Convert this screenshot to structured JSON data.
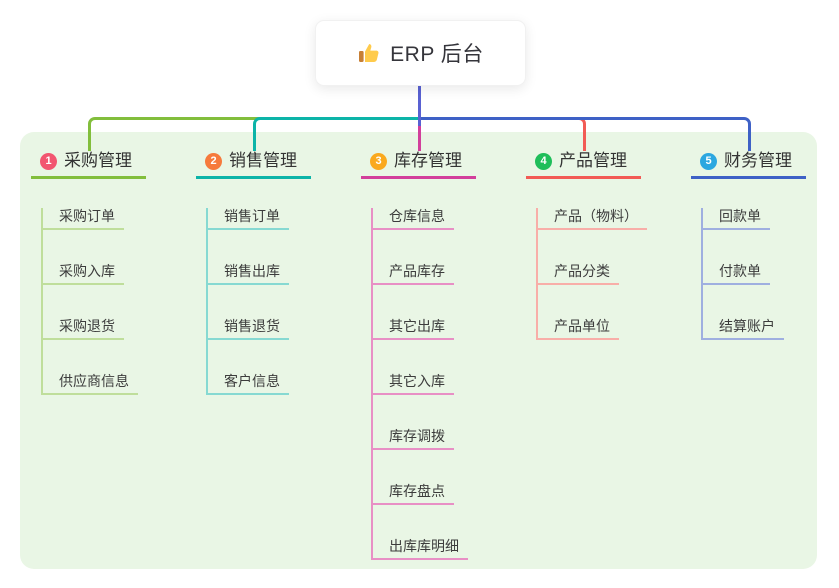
{
  "root": {
    "title": "ERP 后台",
    "icon": "thumbs-up-icon"
  },
  "colors": {
    "panel_bg": "#E9F6E5",
    "root_line": "#5961D2",
    "node_text": "#35353B",
    "child_text": "#3C3C3C"
  },
  "branches": [
    {
      "num": "1",
      "label": "采购管理",
      "badge_color": "#F25670",
      "line_color": "#82BE3C",
      "light_color": "#BFDE9B",
      "children": [
        "采购订单",
        "采购入库",
        "采购退货",
        "供应商信息"
      ]
    },
    {
      "num": "2",
      "label": "销售管理",
      "badge_color": "#F67A3C",
      "line_color": "#0CB4A8",
      "light_color": "#86D9D2",
      "children": [
        "销售订单",
        "销售出库",
        "销售退货",
        "客户信息"
      ]
    },
    {
      "num": "3",
      "label": "库存管理",
      "badge_color": "#FAA91E",
      "line_color": "#D23F9B",
      "light_color": "#E88FC5",
      "children": [
        "仓库信息",
        "产品库存",
        "其它出库",
        "其它入库",
        "库存调拨",
        "库存盘点",
        "出库库明细"
      ]
    },
    {
      "num": "4",
      "label": "产品管理",
      "badge_color": "#1FBE5A",
      "line_color": "#F25B55",
      "light_color": "#F8AEA8",
      "children": [
        "产品（物料）",
        "产品分类",
        "产品单位"
      ]
    },
    {
      "num": "5",
      "label": "财务管理",
      "badge_color": "#2BA7E0",
      "line_color": "#3E61C6",
      "light_color": "#9FAFE0",
      "children": [
        "回款单",
        "付款单",
        "结算账户"
      ]
    }
  ]
}
